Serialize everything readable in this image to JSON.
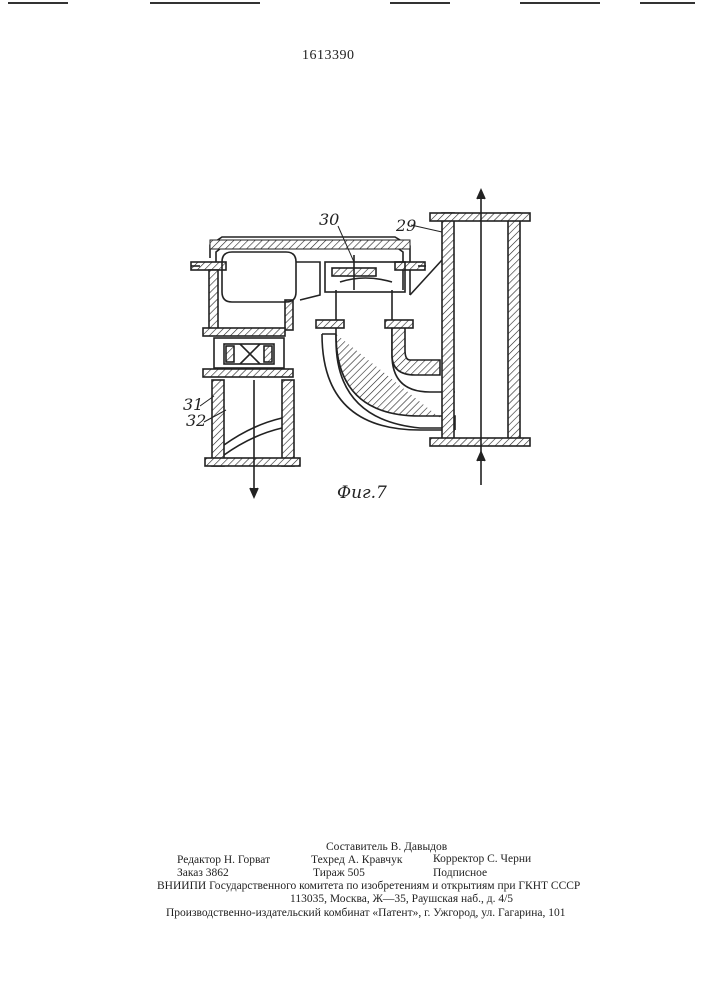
{
  "document": {
    "patent_number": "1613390"
  },
  "figure": {
    "caption": "Фиг.7",
    "labels": {
      "l29": "29",
      "l30": "30",
      "l31": "31",
      "l32": "32"
    }
  },
  "imprint": {
    "compiler": "Составитель В. Давыдов",
    "editor": "Редактор Н. Горват",
    "techred": "Техред А. Кравчук",
    "corrector": "Корректор С. Черни",
    "order": "Заказ 3862",
    "circulation": "Тираж 505",
    "subscription": "Подписное",
    "committee": "ВНИИПИ Государственного комитета по изобретениям и открытиям при ГКНТ СССР",
    "address": "113035, Москва, Ж—35, Раушская наб., д. 4/5",
    "publisher": "Производственно-издательский комбинат «Патент», г. Ужгород, ул. Гагарина, 101"
  }
}
